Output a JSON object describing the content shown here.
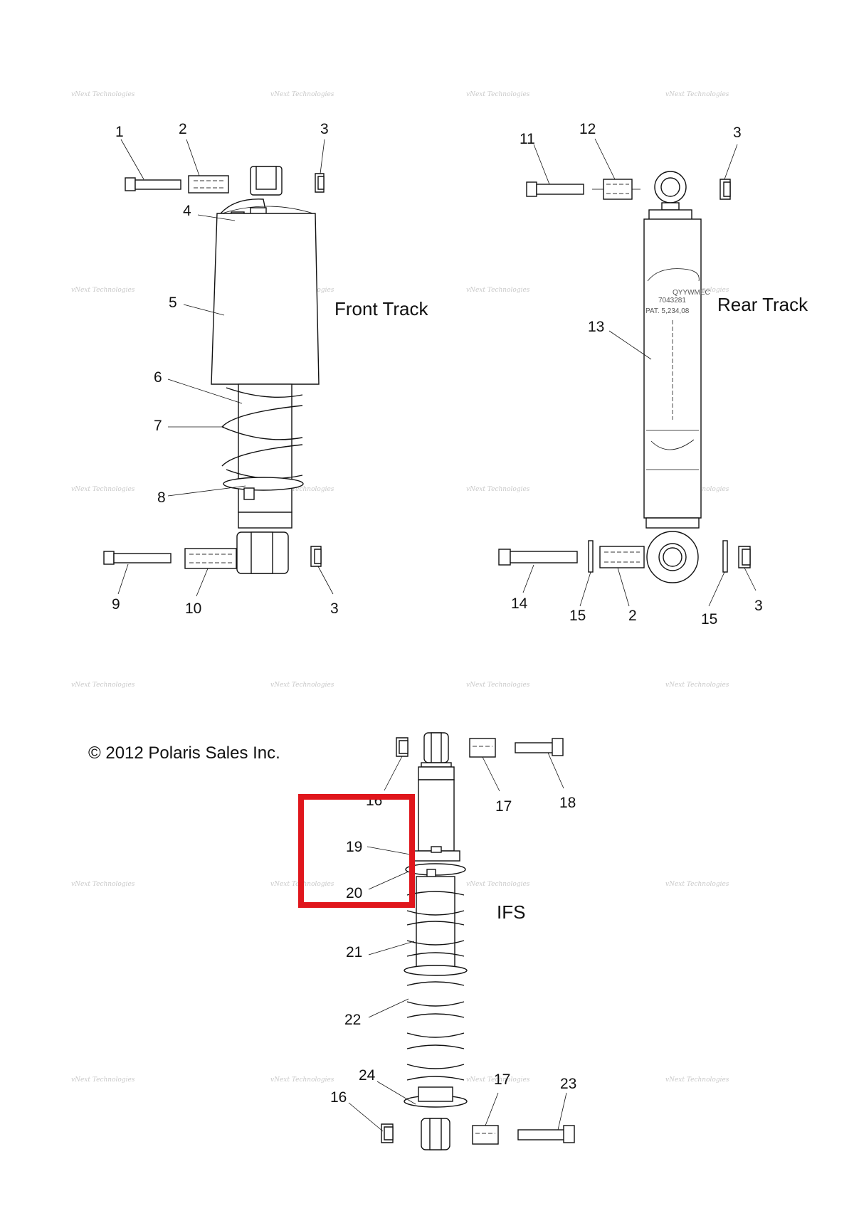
{
  "sections": {
    "front": "Front Track",
    "rear": "Rear Track",
    "ifs": "IFS"
  },
  "copyright": "© 2012 Polaris Sales Inc.",
  "watermark": "vNext Technologies",
  "shock_label": {
    "line1": "7043281",
    "line2": "PAT. 5,234,08",
    "line3": "QYYWMEC"
  },
  "callouts": {
    "c1": "1",
    "c2a": "2",
    "c3a": "3",
    "c4": "4",
    "c5": "5",
    "c6": "6",
    "c7": "7",
    "c8": "8",
    "c9": "9",
    "c10": "10",
    "c3b": "3",
    "c11": "11",
    "c12": "12",
    "c3c": "3",
    "c13": "13",
    "c14": "14",
    "c15a": "15",
    "c2b": "2",
    "c15b": "15",
    "c3d": "3",
    "c16a": "16",
    "c17a": "17",
    "c18": "18",
    "c19": "19",
    "c20": "20",
    "c21": "21",
    "c22": "22",
    "c24": "24",
    "c16b": "16",
    "c17b": "17",
    "c23": "23"
  },
  "highlight": {
    "color": "#e0161c"
  }
}
